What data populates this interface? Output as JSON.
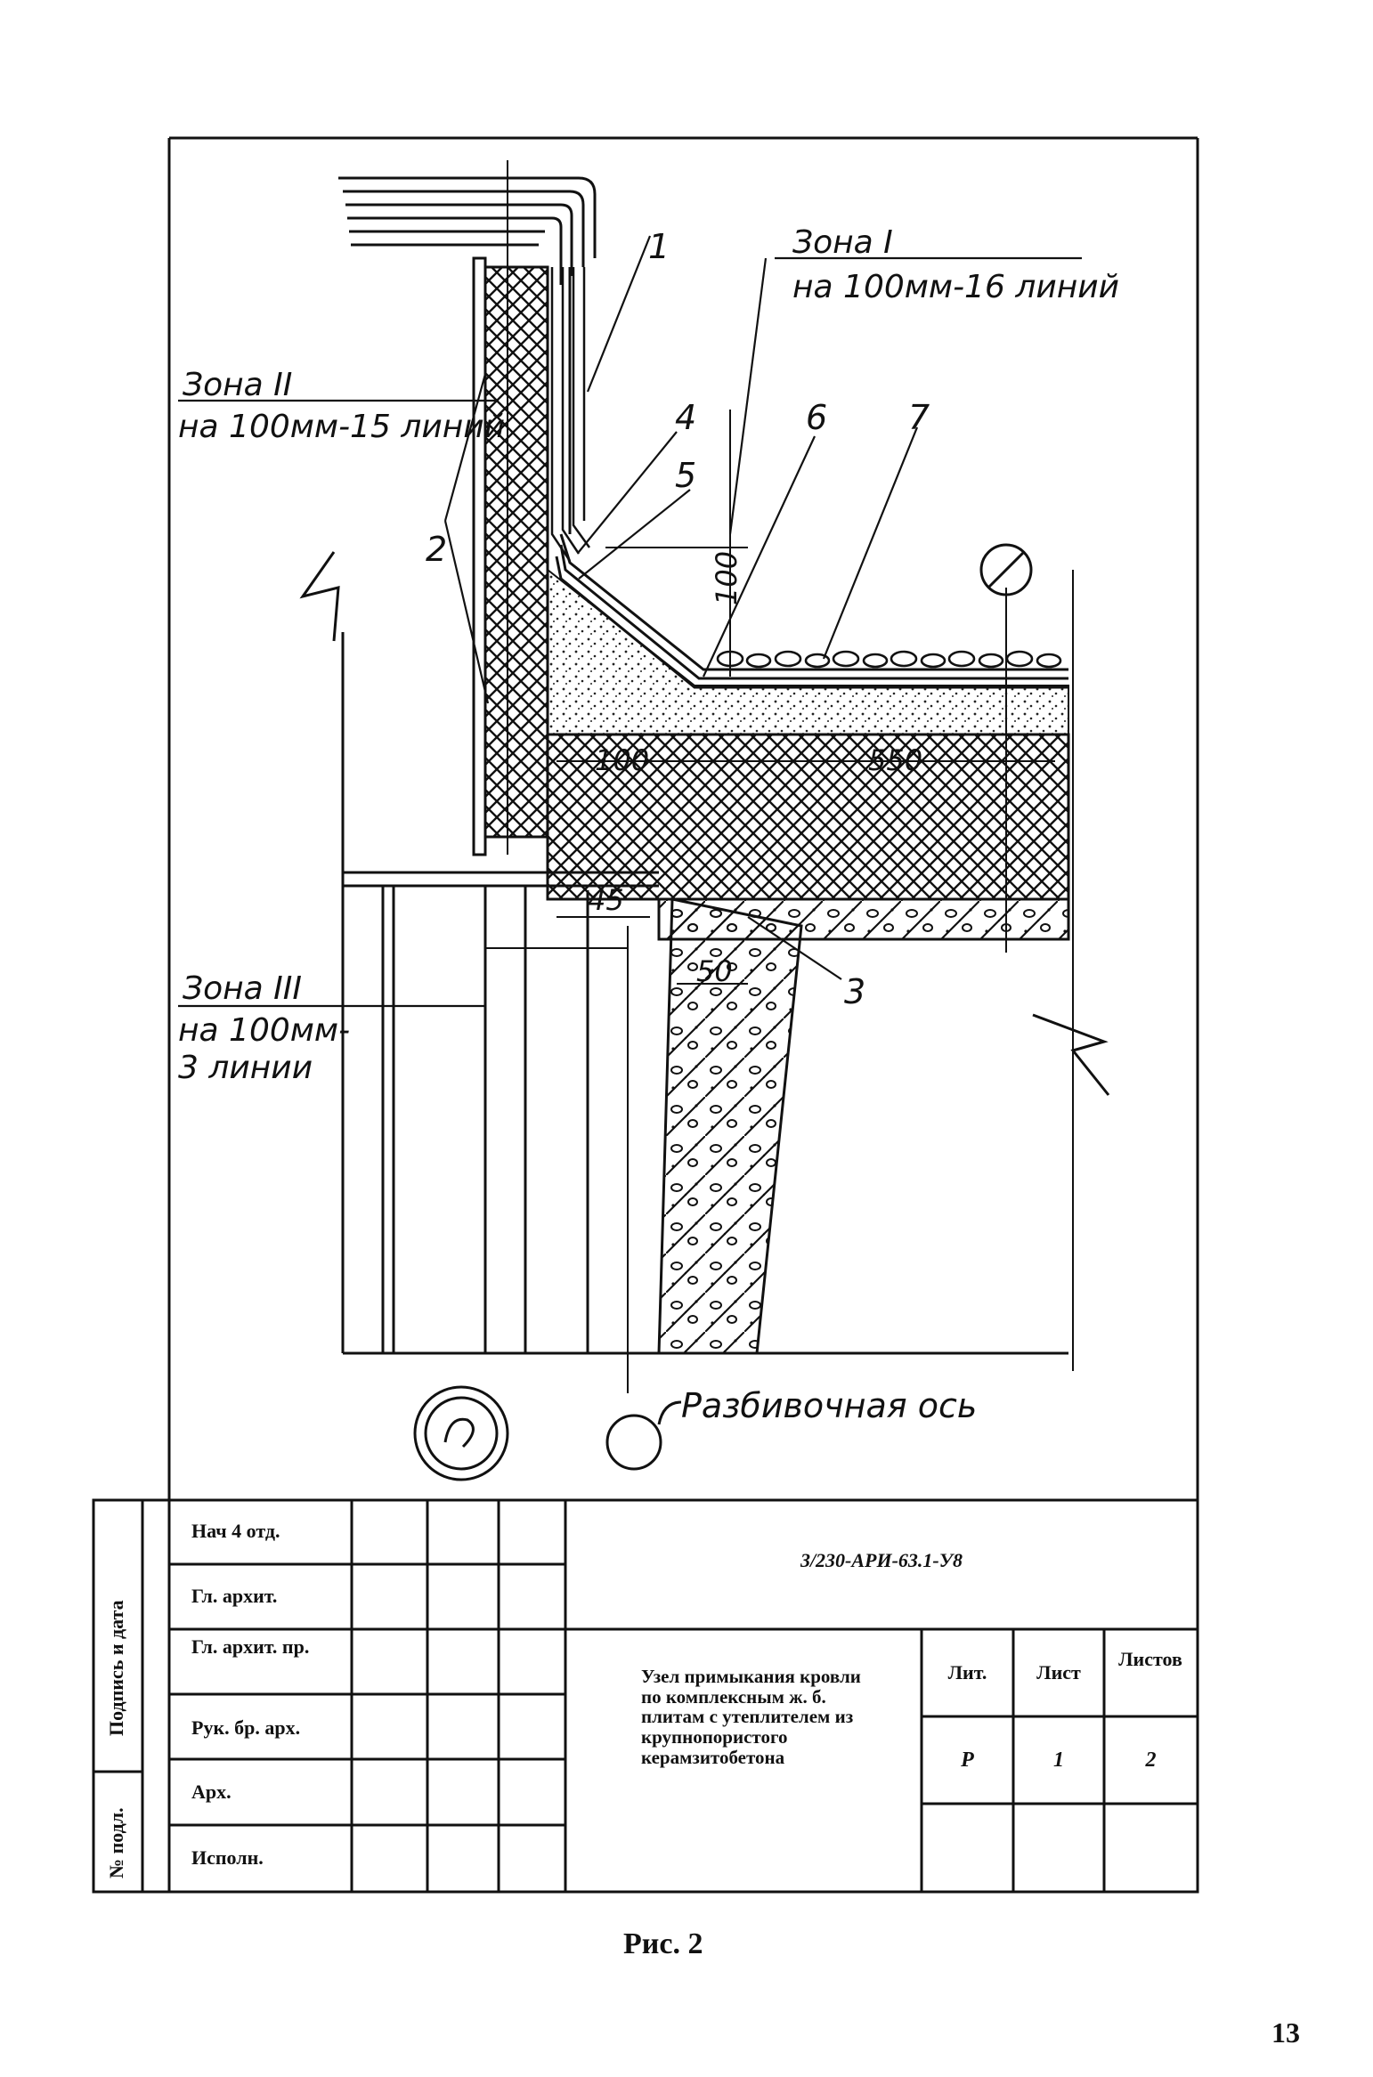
{
  "callouts": [
    "1",
    "2",
    "3",
    "4",
    "5",
    "6",
    "7"
  ],
  "zones": [
    {
      "title": "Зона I",
      "desc": "на 100мм-16 линий"
    },
    {
      "title": "Зона II",
      "desc": "на 100мм-15 линий"
    },
    {
      "title": "Зона III",
      "desc_line1": "на 100мм-",
      "desc_line2": "3 линии"
    }
  ],
  "dimensions": {
    "d100_vertical": "100",
    "d100": "100",
    "d550": "550",
    "d45": "45",
    "d50": "50"
  },
  "axis_label": "Разбивочная ось",
  "title_block": {
    "roles": [
      "Нач 4 отд.",
      "Гл. архит.",
      "Гл. архит. пр.",
      "Рук. бр. арх.",
      "Арх.",
      "Исполн."
    ],
    "side_labels": [
      "Подпись и дата",
      "№ подл."
    ],
    "document_code": "3/230-АРИ-63.1-У8",
    "description": "Узел примыкания кровли по комплексным ж. б. плитам с утеплителем из крупнопористого керамзитобетона",
    "headers": {
      "lit": "Лит.",
      "sheet": "Лист",
      "sheets": "Листов"
    },
    "values": {
      "lit": "Р",
      "sheet": "1",
      "sheets": "2"
    }
  },
  "caption": "Рис. 2",
  "page_number": "13"
}
